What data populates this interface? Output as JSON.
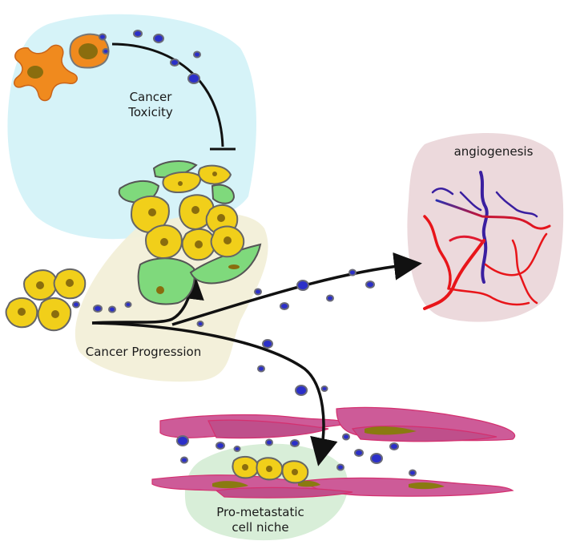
{
  "labels": {
    "toxicity_line1": "Cancer",
    "toxicity_line2": "Toxicity",
    "angiogenesis": "angiogenesis",
    "progression": "Cancer Progression",
    "niche_line1": "Pro-metastatic",
    "niche_line2": "cell niche"
  },
  "colors": {
    "immune_region": "#d6f3f8",
    "progression_region": "#f2efd8",
    "angio_region": "#ecd9dc",
    "niche_region": "#d8eed8",
    "tumor_cell": "#f1cf1a",
    "tumor_nucleus": "#8a6d0e",
    "stromal_cell": "#7fd97c",
    "immune_cell": "#f08a1e",
    "cytokine_dot": "#2b2fc9",
    "vessel_warm": "#e8151a",
    "vessel_cool": "#3a1fa0",
    "tissue_fiber": "#c9508f",
    "arrow": "#111111"
  }
}
